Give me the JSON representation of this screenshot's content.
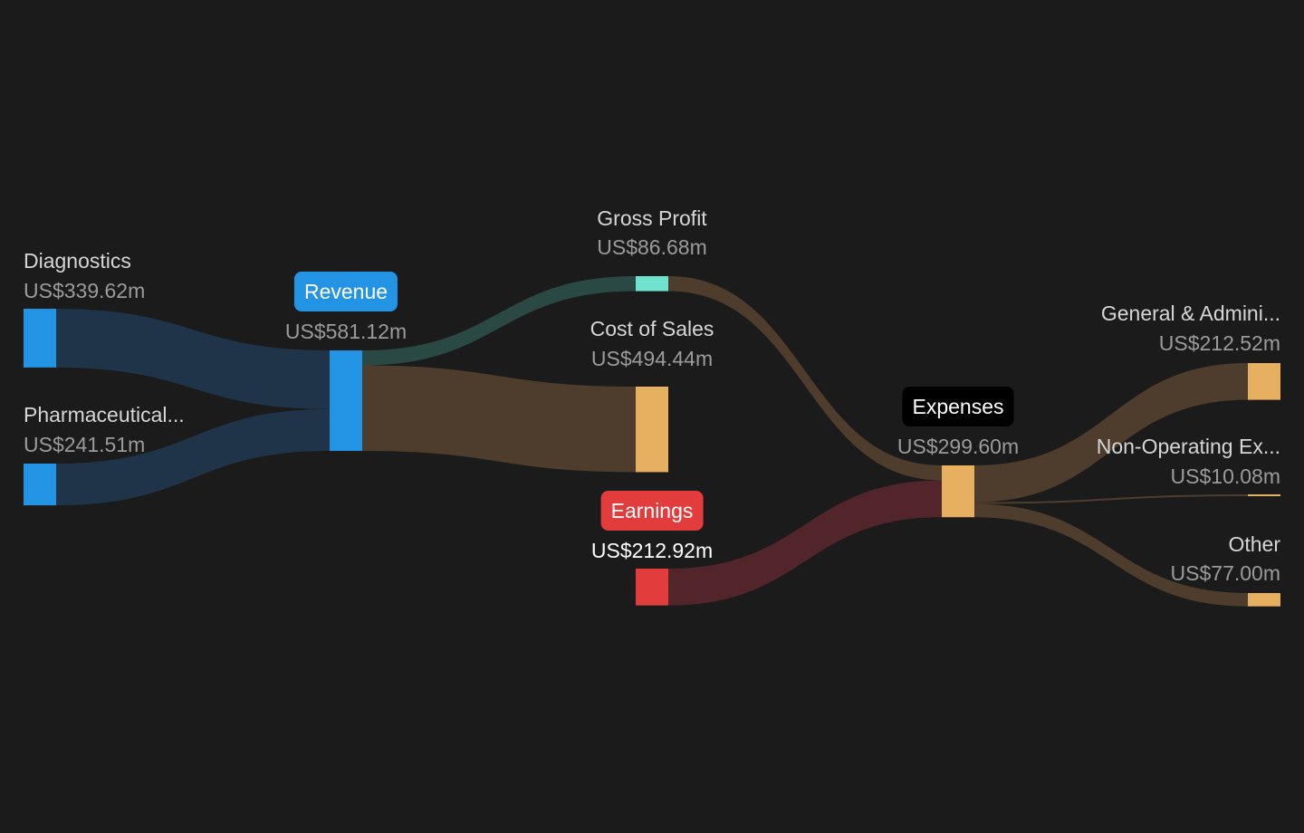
{
  "colors": {
    "background": "#1b1b1b",
    "revenue": "#2394e3",
    "gross_profit": "#6fe3cf",
    "cost": "#e6b060",
    "earnings": "#e23c3c",
    "expenses_pill": "#000000",
    "link_revenue": "#1f3448",
    "link_gross_profit": "#2b4944",
    "link_cost": "#4e3d2c",
    "link_earnings": "#51252a"
  },
  "chart_data": {
    "type": "sankey",
    "currency_suffix": "m",
    "nodes": [
      {
        "id": "diagnostics",
        "label": "Diagnostics",
        "value_text": "US$339.62m",
        "value": 339.62,
        "column": 0
      },
      {
        "id": "pharmaceutical",
        "label": "Pharmaceutical...",
        "value_text": "US$241.51m",
        "value": 241.51,
        "column": 0
      },
      {
        "id": "revenue",
        "label": "Revenue",
        "value_text": "US$581.12m",
        "value": 581.12,
        "column": 1
      },
      {
        "id": "gross_profit",
        "label": "Gross Profit",
        "value_text": "US$86.68m",
        "value": 86.68,
        "column": 2
      },
      {
        "id": "cost_of_sales",
        "label": "Cost of Sales",
        "value_text": "US$494.44m",
        "value": 494.44,
        "column": 2
      },
      {
        "id": "earnings",
        "label": "Earnings",
        "value_text": "US$212.92m",
        "value": 212.92,
        "column": 2
      },
      {
        "id": "expenses",
        "label": "Expenses",
        "value_text": "US$299.60m",
        "value": 299.6,
        "column": 3
      },
      {
        "id": "general_admin",
        "label": "General & Admini...",
        "value_text": "US$212.52m",
        "value": 212.52,
        "column": 4
      },
      {
        "id": "non_operating",
        "label": "Non-Operating Ex...",
        "value_text": "US$10.08m",
        "value": 10.08,
        "column": 4
      },
      {
        "id": "other",
        "label": "Other",
        "value_text": "US$77.00m",
        "value": 77.0,
        "column": 4
      }
    ],
    "links": [
      {
        "source": "diagnostics",
        "target": "revenue",
        "value": 339.62
      },
      {
        "source": "pharmaceutical",
        "target": "revenue",
        "value": 241.51
      },
      {
        "source": "revenue",
        "target": "gross_profit",
        "value": 86.68
      },
      {
        "source": "revenue",
        "target": "cost_of_sales",
        "value": 494.44
      },
      {
        "source": "gross_profit",
        "target": "expenses",
        "value": 86.68
      },
      {
        "source": "earnings",
        "target": "expenses",
        "value": 212.92
      },
      {
        "source": "expenses",
        "target": "general_admin",
        "value": 212.52
      },
      {
        "source": "expenses",
        "target": "non_operating",
        "value": 10.08
      },
      {
        "source": "expenses",
        "target": "other",
        "value": 77.0
      }
    ]
  }
}
